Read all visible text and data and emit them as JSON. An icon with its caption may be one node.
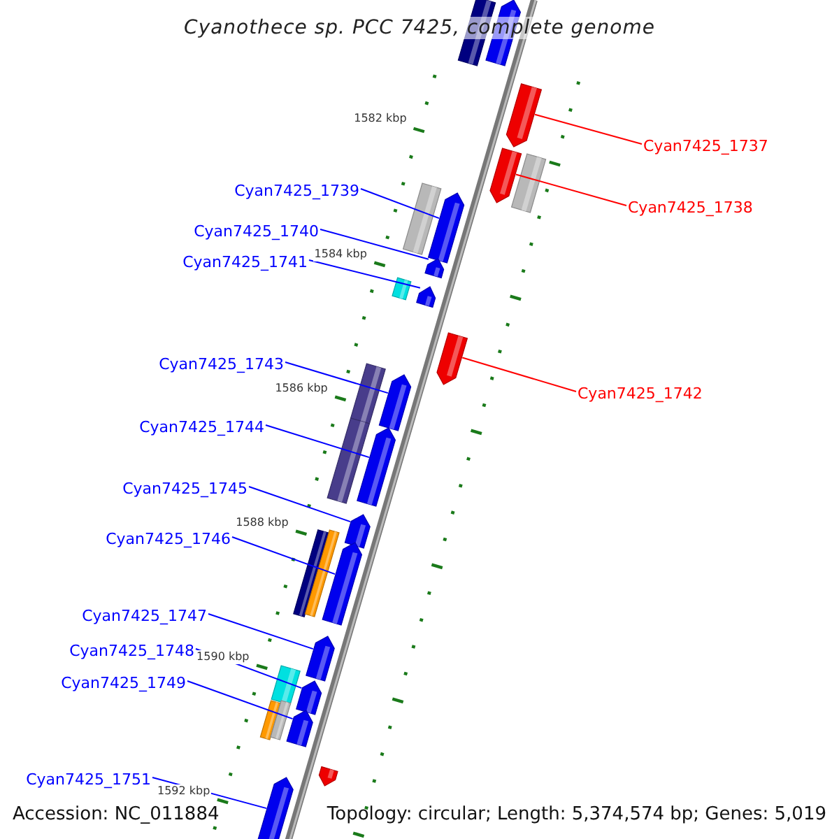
{
  "diagram": {
    "title": "Cyanothece sp. PCC 7425, complete genome",
    "nodes": [
      {
        "text": [
          "Cyan7425_1737"
        ]
      },
      {
        "text": [],
        "shape": "arrow"
      },
      {
        "text": [
          "Cyan7425_1738"
        ]
      },
      {
        "text": [],
        "shape": "arrow"
      },
      {
        "text": [
          "Cyan7425_1739"
        ]
      },
      {
        "text": [],
        "shape": "arrow"
      },
      {
        "text": [
          "Cyan7425_1740"
        ]
      },
      {
        "text": [],
        "shape": "arrow"
      },
      {
        "text": [
          "Cyan7425_1741"
        ]
      },
      {
        "text": [],
        "shape": "arrow"
      },
      {
        "text": [
          "Cyan7425_1742"
        ]
      },
      {
        "text": [],
        "shape": "arrow"
      },
      {
        "text": [
          "Cyan7425_1743"
        ]
      },
      {
        "text": [],
        "shape": "arrow"
      },
      {
        "text": [
          "Cyan7425_1744"
        ]
      },
      {
        "text": [],
        "shape": "arrow"
      },
      {
        "text": [
          "Cyan7425_1745"
        ]
      },
      {
        "text": [],
        "shape": "arrow"
      },
      {
        "text": [
          "Cyan7425_1746"
        ]
      },
      {
        "text": [],
        "shape": "arrow"
      },
      {
        "text": [
          "Cyan7425_1747"
        ]
      },
      {
        "text": [],
        "shape": "arrow"
      },
      {
        "text": [
          "Cyan7425_1748"
        ]
      },
      {
        "text": [],
        "shape": "arrow"
      },
      {
        "text": [
          "Cyan7425_1749"
        ]
      },
      {
        "text": [],
        "shape": "arrow"
      },
      {
        "text": [
          "Cyan7425_1751"
        ]
      },
      {
        "text": [],
        "shape": "arrow"
      },
      {
        "text": [],
        "shape": "box"
      },
      {
        "text": [],
        "shape": "arrow"
      },
      {
        "text": [],
        "shape": "box"
      },
      {
        "text": [],
        "shape": "box"
      },
      {
        "text": [],
        "shape": "box"
      },
      {
        "text": [],
        "shape": "box"
      },
      {
        "text": [],
        "shape": "box"
      },
      {
        "text": [],
        "shape": "box"
      },
      {
        "text": [],
        "shape": "box"
      },
      {
        "text": [],
        "shape": "box"
      },
      {
        "text": [],
        "shape": "box"
      },
      {
        "text": [],
        "shape": "box"
      },
      {
        "text": [],
        "shape": "arrow"
      }
    ],
    "edges": [
      {
        "from": 0,
        "to": 1,
        "arrow": "none",
        "color": "#ff0000"
      },
      {
        "from": 2,
        "to": 3,
        "arrow": "none",
        "color": "#ff0000"
      },
      {
        "from": 4,
        "to": 5,
        "arrow": "none"
      },
      {
        "from": 6,
        "to": 7,
        "arrow": "none"
      },
      {
        "from": 8,
        "to": 9,
        "arrow": "none"
      },
      {
        "from": 10,
        "to": 11,
        "arrow": "none",
        "color": "#ff0000"
      },
      {
        "from": 12,
        "to": 13,
        "arrow": "none"
      },
      {
        "from": 14,
        "to": 15,
        "arrow": "none"
      },
      {
        "from": 16,
        "to": 17,
        "arrow": "none"
      },
      {
        "from": 18,
        "to": 19,
        "arrow": "none"
      },
      {
        "from": 20,
        "to": 21,
        "arrow": "none"
      },
      {
        "from": 22,
        "to": 23,
        "arrow": "none"
      },
      {
        "from": 24,
        "to": 25,
        "arrow": "none"
      },
      {
        "from": 26,
        "to": 27,
        "arrow": "none"
      }
    ],
    "labels": [
      "1582 kbp",
      "1584 kbp",
      "1586 kbp",
      "1588 kbp",
      "1590 kbp",
      "1592 kbp",
      "Accession: NC_011884",
      "Topology: circular; Length: 5,374,574 bp; Genes: 5,019"
    ]
  }
}
